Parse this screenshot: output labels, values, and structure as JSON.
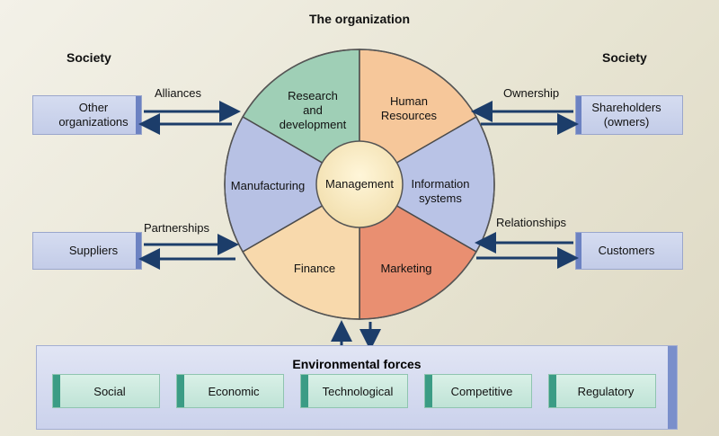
{
  "title": "The organization",
  "society_left": "Society",
  "society_right": "Society",
  "wheel": {
    "center": "Management",
    "segments": [
      {
        "label": "Research and development",
        "color": "#9fcfb6"
      },
      {
        "label": "Human Resources",
        "color": "#f6c79a"
      },
      {
        "label": "Information systems",
        "color": "#b9c3e6"
      },
      {
        "label": "Marketing",
        "color": "#e98f71"
      },
      {
        "label": "Finance",
        "color": "#f8d9ac"
      },
      {
        "label": "Manufacturing",
        "color": "#b7c1e4"
      }
    ]
  },
  "left": {
    "top_box": "Other organizations",
    "top_relation": "Alliances",
    "bottom_box": "Suppliers",
    "bottom_relation": "Partnerships"
  },
  "right": {
    "top_box": "Shareholders (owners)",
    "top_relation": "Ownership",
    "bottom_box": "Customers",
    "bottom_relation": "Relationships"
  },
  "environment": {
    "title": "Environmental forces",
    "forces": [
      "Social",
      "Economic",
      "Technological",
      "Competitive",
      "Regulatory"
    ]
  }
}
